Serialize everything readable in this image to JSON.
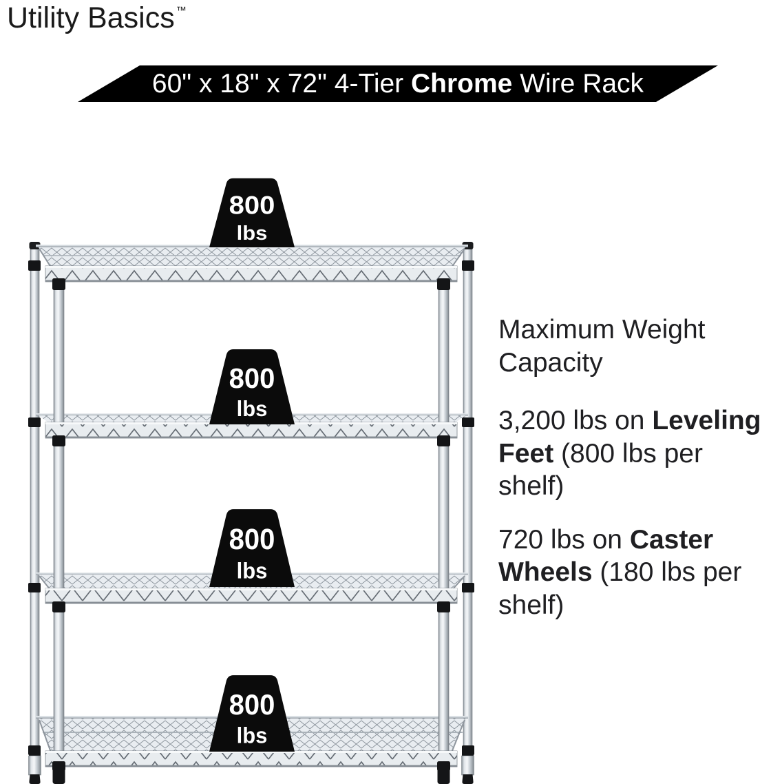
{
  "logo": {
    "name": "Utility Basics",
    "trademark": "™"
  },
  "banner": {
    "pre": "60\" x 18\" x 72\" 4-Tier ",
    "bold": "Chrome",
    "post": " Wire Rack"
  },
  "markers": [
    {
      "value": "800",
      "unit": "lbs"
    },
    {
      "value": "800",
      "unit": "lbs"
    },
    {
      "value": "800",
      "unit": "lbs"
    },
    {
      "value": "800",
      "unit": "lbs"
    }
  ],
  "info": {
    "heading": "Maximum Weight Capacity",
    "leveling": {
      "pre": "3,200 lbs on ",
      "bold": "Leveling Feet",
      "post": " (800 lbs per shelf)"
    },
    "caster": {
      "pre": "720 lbs on ",
      "bold": "Caster Wheels",
      "post": " (180 lbs per shelf)"
    }
  },
  "colors": {
    "background": "#ffffff",
    "banner_bg": "#000000",
    "banner_text": "#ffffff",
    "marker_bg": "#0b0b0b",
    "marker_text": "#ffffff",
    "body_text": "#1f1f22",
    "chrome_light": "#f6f8fa",
    "chrome_mid": "#c3cad0",
    "chrome_dark": "#82898f",
    "collar_black": "#141517"
  }
}
